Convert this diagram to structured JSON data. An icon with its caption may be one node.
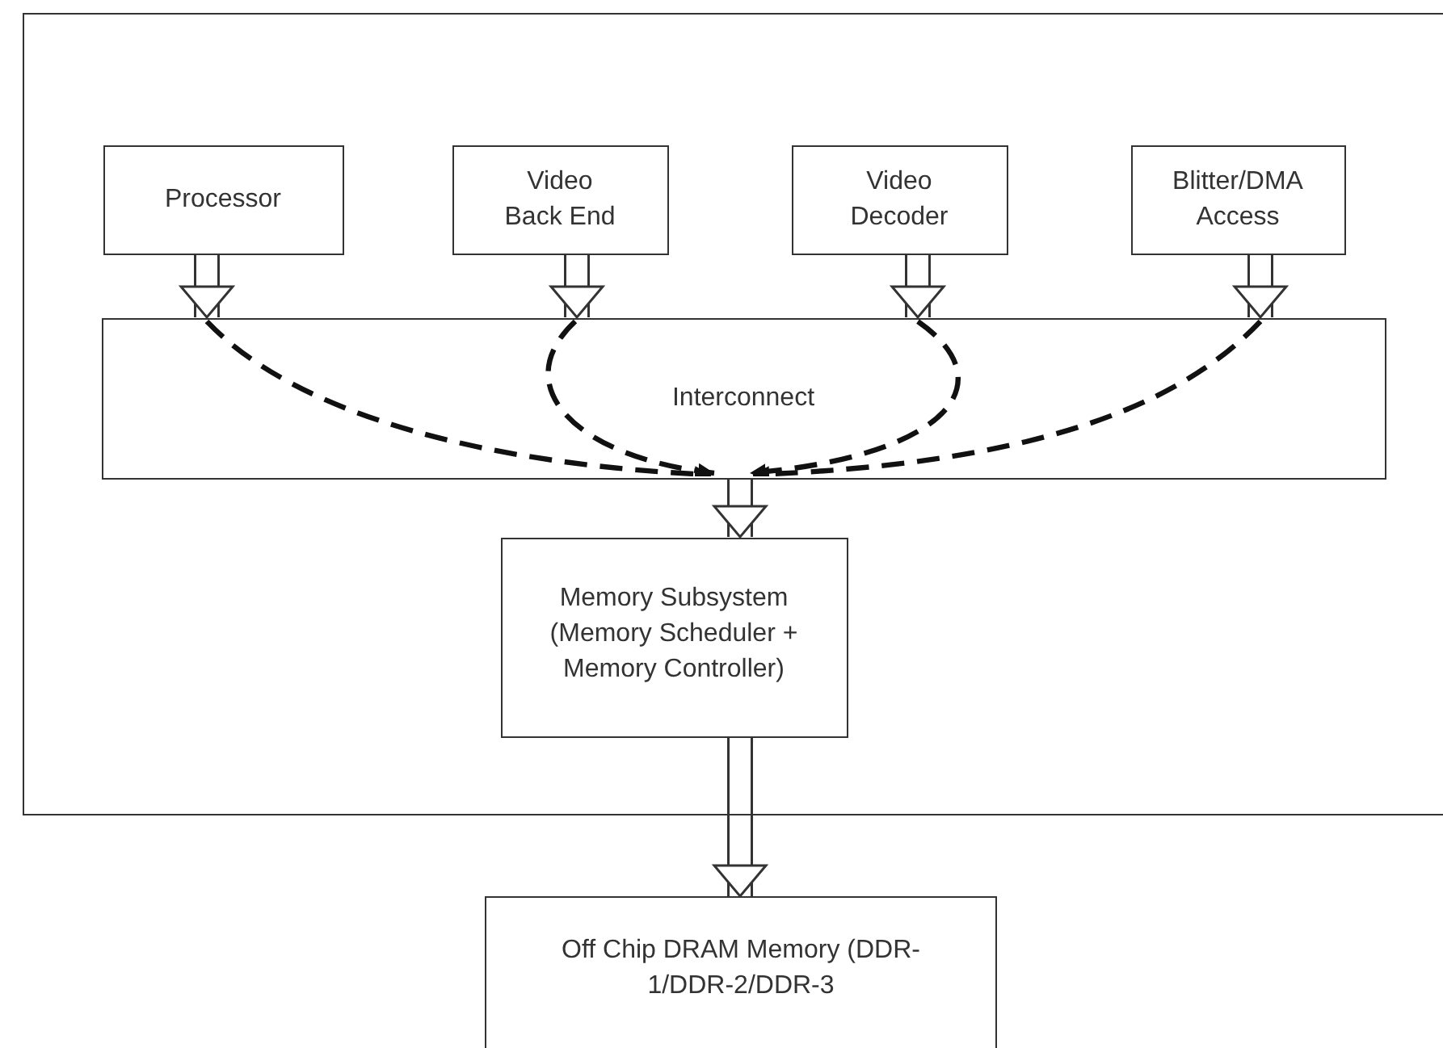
{
  "diagram": {
    "nodes": [
      {
        "text": [],
        "shape": "box"
      },
      {
        "text": [
          "Processor"
        ],
        "in": 0
      },
      {
        "text": [
          "Video Back End"
        ],
        "in": 0
      },
      {
        "text": [
          "Video Decoder"
        ],
        "in": 0
      },
      {
        "text": [
          "Blitter/DMA Access"
        ],
        "in": 0
      },
      {
        "text": [
          "Interconnect"
        ],
        "in": 0
      },
      {
        "text": [
          "Memory Subsystem (Memory Scheduler + Memory Controller)"
        ],
        "in": 0
      },
      {
        "text": [
          "Off Chip DRAM Memory (DDR-1/DDR-2/DDR-3"
        ]
      }
    ],
    "edges": [
      {
        "from": 1,
        "to": 5,
        "arrow": "to"
      },
      {
        "from": 2,
        "to": 5,
        "arrow": "to"
      },
      {
        "from": 3,
        "to": 5,
        "arrow": "to"
      },
      {
        "from": 4,
        "to": 5,
        "arrow": "to"
      },
      {
        "from": 5,
        "to": 6,
        "arrow": "to"
      },
      {
        "from": 6,
        "to": 7,
        "arrow": "to"
      }
    ]
  }
}
